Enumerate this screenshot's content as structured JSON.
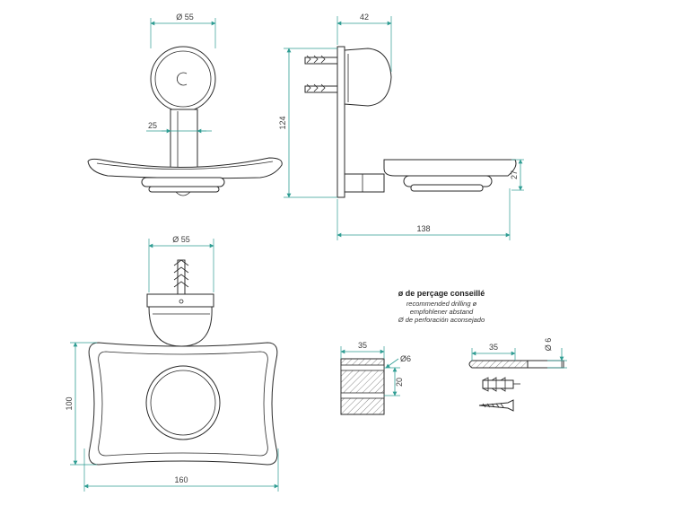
{
  "colors": {
    "dimension": "#2f9d93",
    "outline": "#2a2a2a",
    "hatch": "#8a8a8a",
    "text": "#3b3b3b"
  },
  "front_view": {
    "diameter_top": "Ø 55",
    "stem_width": "25"
  },
  "side_view": {
    "depth": "42",
    "height": "124",
    "length": "138",
    "dish_height": "27"
  },
  "top_view": {
    "diameter": "Ø 55",
    "height": "100",
    "width": "160"
  },
  "drilling_note": {
    "title": "ø de perçage conseillé",
    "lines": [
      "recommended drilling ø",
      "empfohlener abstand",
      "Ø de perforación aconsejado"
    ]
  },
  "wall_section": {
    "depth": "35",
    "hole_diameter": "Ø6",
    "spacing": "20"
  },
  "drill_bit": {
    "length": "35",
    "diameter": "Ø 6"
  }
}
